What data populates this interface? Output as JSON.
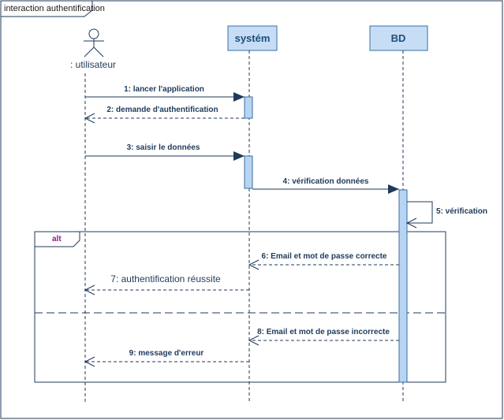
{
  "frame": {
    "title": "interaction authentification"
  },
  "actor": {
    "label": ": utilisateur"
  },
  "participants": {
    "systeme": "systém",
    "bd": "BD"
  },
  "messages": {
    "m1": "1: lancer l'application",
    "m2": "2: demande d'authentification",
    "m3": "3: saisir le données",
    "m4": "4: vérification données",
    "m5": "5: vérification",
    "m6": "6: Email et mot de passe correcte",
    "m7": "7: authentification réussite",
    "m8": "8: Email et mot de passe incorrecte",
    "m9": "9: message d'erreur"
  },
  "fragment": {
    "operator": "alt"
  },
  "colors": {
    "line": "#1f3a5a",
    "participant_fill": "#c6ddf5",
    "participant_stroke": "#3a6ea5",
    "activation_fill": "#b7d4f2",
    "alt_label": "#8a1a8a",
    "arrow_fill": "#1f3a5a"
  }
}
